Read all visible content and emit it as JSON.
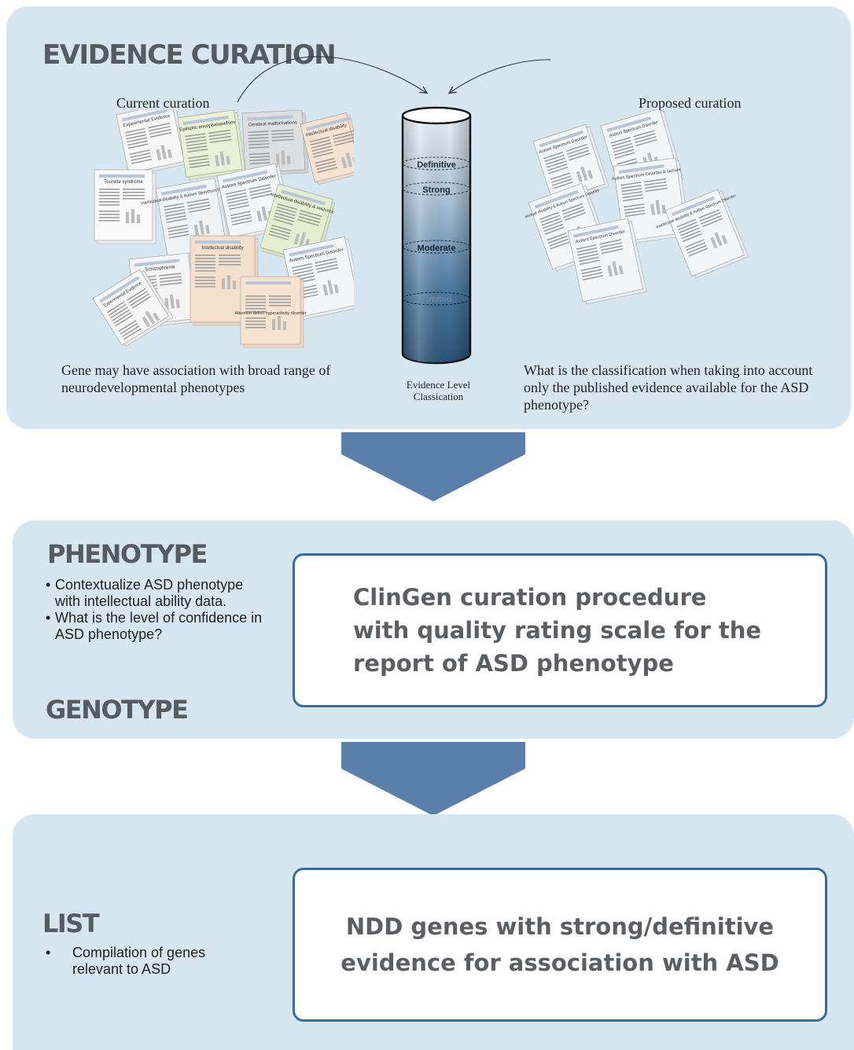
{
  "evidence": {
    "heading": "EVIDENCE CURATION",
    "current_label": "Current curation",
    "proposed_label": "Proposed curation",
    "left_caption": "Gene may have association with broad range of neurodevelopmental phenotypes",
    "right_caption": "What is the classification when taking into account only the published evidence available for the ASD phenotype?",
    "cylinder_levels": [
      "Definitive",
      "Strong",
      "Moderate",
      "Limited"
    ],
    "cylinder_caption_line1": "Evidence Level",
    "cylinder_caption_line2": "Classication",
    "current_docs": [
      "Experimental Evidence",
      "Epileptic encephalopathies",
      "Cerebral malformations",
      "Intellectual disability",
      "Tourette syndrome",
      "Intellectual disability & Autism Spectrum Disorder",
      "Autism Spectrum Disorder",
      "Intellectual disability & seizures",
      "Schizophrenia",
      "Intellectual disability",
      "Autism Spectrum Disorder",
      "Experimental Evidence",
      "Attention deficit hyperactivity disorder"
    ],
    "proposed_docs": [
      "Autism Spectrum Disorder",
      "Autism Spectrum Disorder",
      "Autism Spectrum Disorder & seizure",
      "Intellectual disability & Autism Spectrum Disorder",
      "Autism Spectrum Disorder",
      "Intellectual disability & Autism Spectrum Disorder"
    ]
  },
  "phenotype": {
    "heading": "PHENOTYPE",
    "bullets": [
      "Contextualize ASD phenotype with intellectual ability data.",
      "What is the level of confidence in ASD phenotype?"
    ],
    "genotype_heading": "GENOTYPE",
    "box_text": "ClinGen curation procedure with quality rating scale for the report of ASD phenotype"
  },
  "list": {
    "heading": "LIST",
    "bullet": "Compilation of genes relevant to ASD",
    "box_text": "NDD genes with strong/definitive evidence for association with ASD"
  },
  "colors": {
    "panel_bg": "#d6e6f0",
    "arrow": "#5b7fab",
    "box_border": "#3a6c9b",
    "heading": "#555b61"
  }
}
